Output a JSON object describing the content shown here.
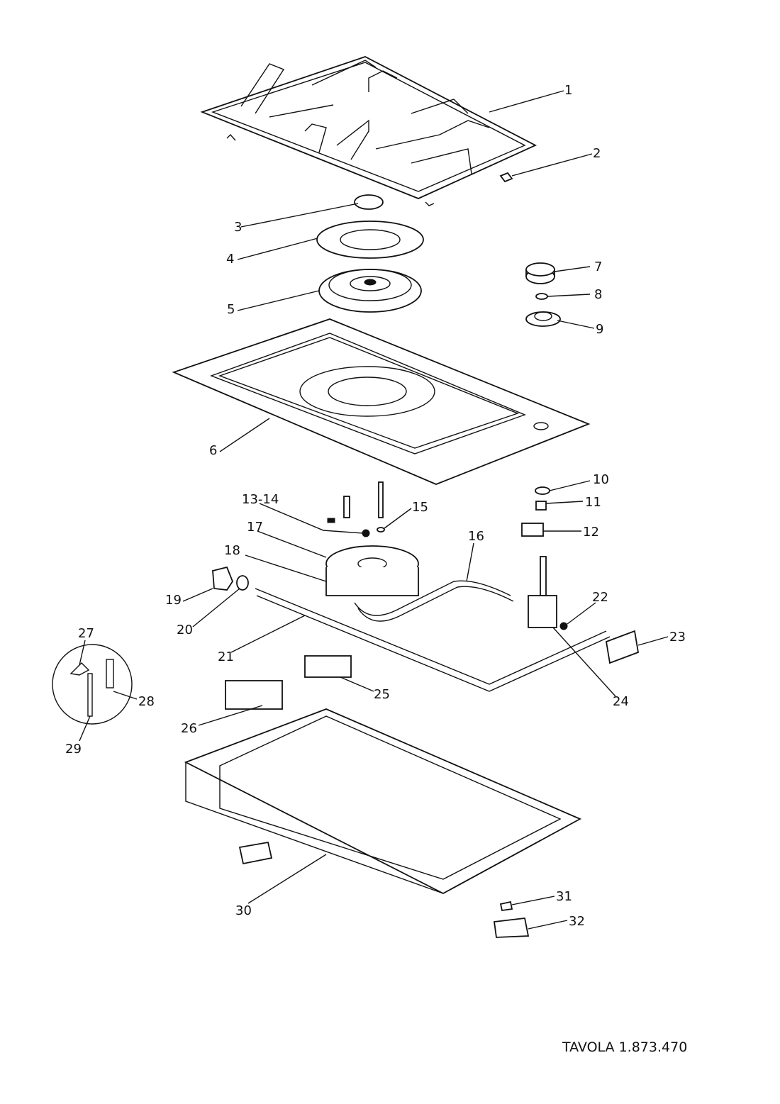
{
  "drawing": {
    "title": "TAVOLA 1.873.470",
    "labels": [
      {
        "id": "1",
        "text": "1"
      },
      {
        "id": "2",
        "text": "2"
      },
      {
        "id": "3",
        "text": "3"
      },
      {
        "id": "4",
        "text": "4"
      },
      {
        "id": "5",
        "text": "5"
      },
      {
        "id": "6",
        "text": "6"
      },
      {
        "id": "7",
        "text": "7"
      },
      {
        "id": "8",
        "text": "8"
      },
      {
        "id": "9",
        "text": "9"
      },
      {
        "id": "10",
        "text": "10"
      },
      {
        "id": "11",
        "text": "11"
      },
      {
        "id": "12",
        "text": "12"
      },
      {
        "id": "13-14",
        "text": "13-14"
      },
      {
        "id": "15",
        "text": "15"
      },
      {
        "id": "16",
        "text": "16"
      },
      {
        "id": "17",
        "text": "17"
      },
      {
        "id": "18",
        "text": "18"
      },
      {
        "id": "19",
        "text": "19"
      },
      {
        "id": "20",
        "text": "20"
      },
      {
        "id": "21",
        "text": "21"
      },
      {
        "id": "22",
        "text": "22"
      },
      {
        "id": "23",
        "text": "23"
      },
      {
        "id": "24",
        "text": "24"
      },
      {
        "id": "25",
        "text": "25"
      },
      {
        "id": "26",
        "text": "26"
      },
      {
        "id": "27",
        "text": "27"
      },
      {
        "id": "28",
        "text": "28"
      },
      {
        "id": "29",
        "text": "29"
      },
      {
        "id": "30",
        "text": "30"
      },
      {
        "id": "31",
        "text": "31"
      },
      {
        "id": "32",
        "text": "32"
      }
    ]
  }
}
